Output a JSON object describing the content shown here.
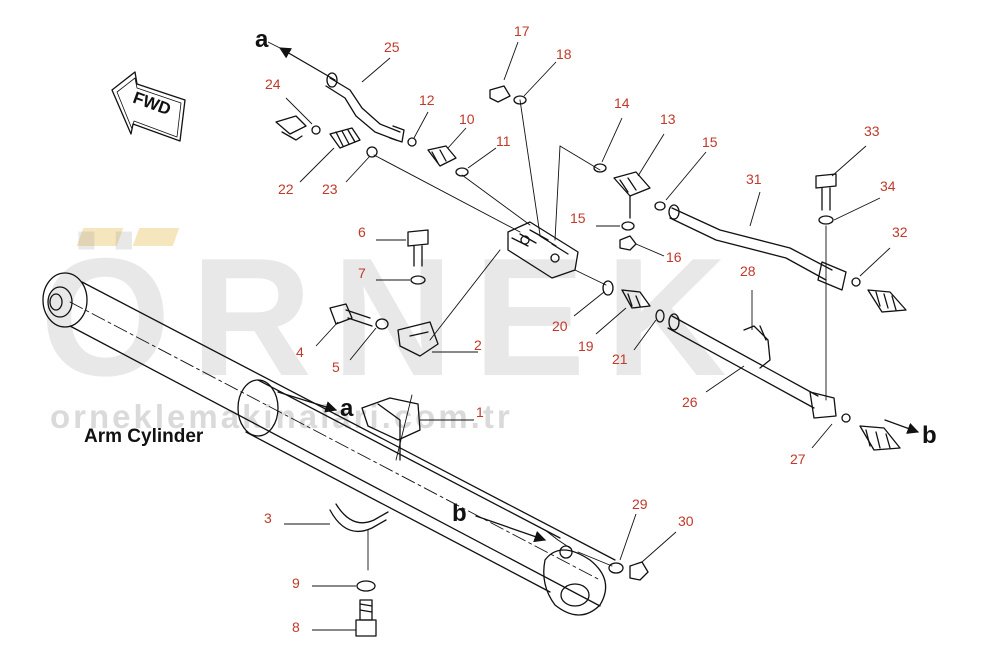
{
  "watermark": {
    "brand": "ÖRNEK",
    "url": "orneklemakinalari.com.tr"
  },
  "direction_marker": {
    "text": "FWD"
  },
  "component": {
    "label": "Arm Cylinder"
  },
  "flow_letters": {
    "a": "a",
    "b": "b"
  },
  "callouts": {
    "c1": "1",
    "c2": "2",
    "c3": "3",
    "c4": "4",
    "c5": "5",
    "c6": "6",
    "c7": "7",
    "c8": "8",
    "c9": "9",
    "c10": "10",
    "c11": "11",
    "c12": "12",
    "c13": "13",
    "c14": "14",
    "c15a": "15",
    "c15b": "15",
    "c16": "16",
    "c17": "17",
    "c18": "18",
    "c19": "19",
    "c20": "20",
    "c21": "21",
    "c22": "22",
    "c23": "23",
    "c24": "24",
    "c25": "25",
    "c26": "26",
    "c27": "27",
    "c28": "28",
    "c29": "29",
    "c30": "30",
    "c31": "31",
    "c32": "32",
    "c33": "33",
    "c34": "34"
  },
  "colors": {
    "callout": "#c0392b",
    "line": "#111111",
    "watermark": "#969696",
    "watermark_accent": "#ebc86e"
  }
}
